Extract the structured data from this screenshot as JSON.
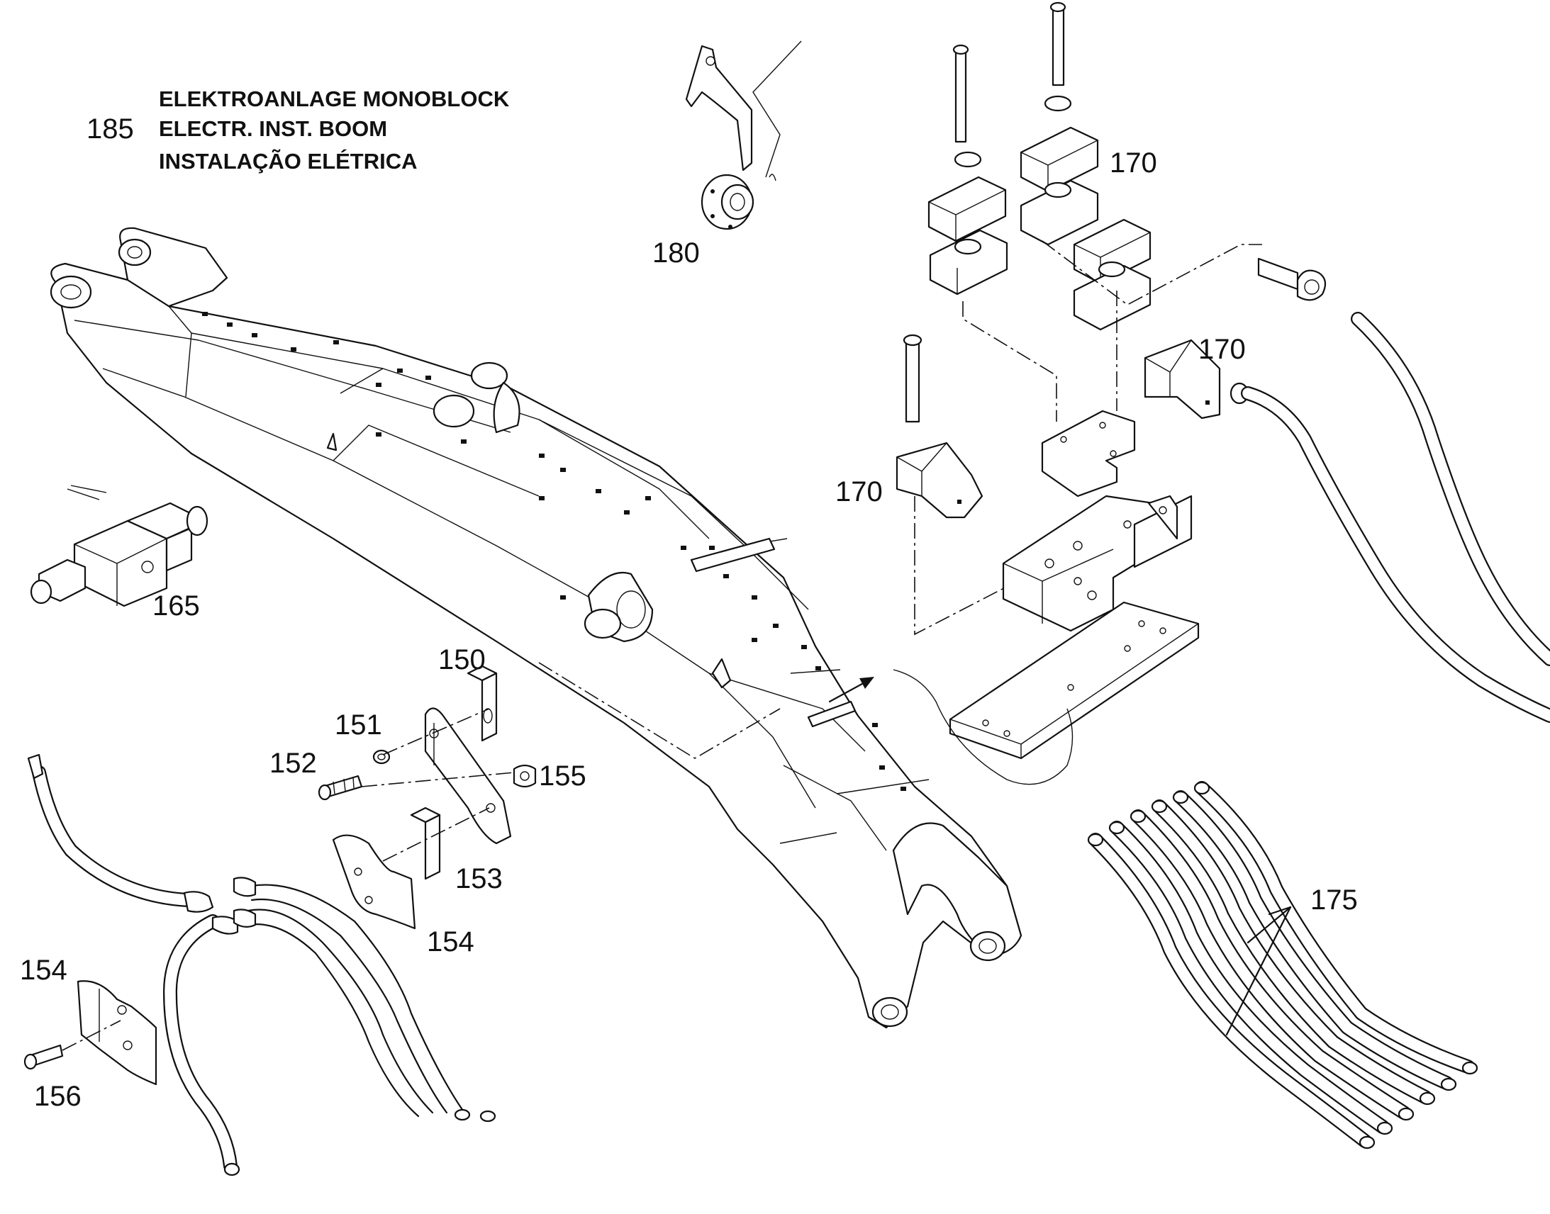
{
  "title": {
    "number": "185",
    "line1": "ELEKTROANLAGE MONOBLOCK",
    "line2": "ELECTR. INST. BOOM",
    "line3": "INSTALAÇÃO ELÉTRICA"
  },
  "callouts": {
    "c150": "150",
    "c151": "151",
    "c152": "152",
    "c153": "153",
    "c154a": "154",
    "c154b": "154",
    "c155": "155",
    "c156": "156",
    "c165": "165",
    "c170a": "170",
    "c170b": "170",
    "c170c": "170",
    "c175": "175",
    "c180": "180"
  }
}
